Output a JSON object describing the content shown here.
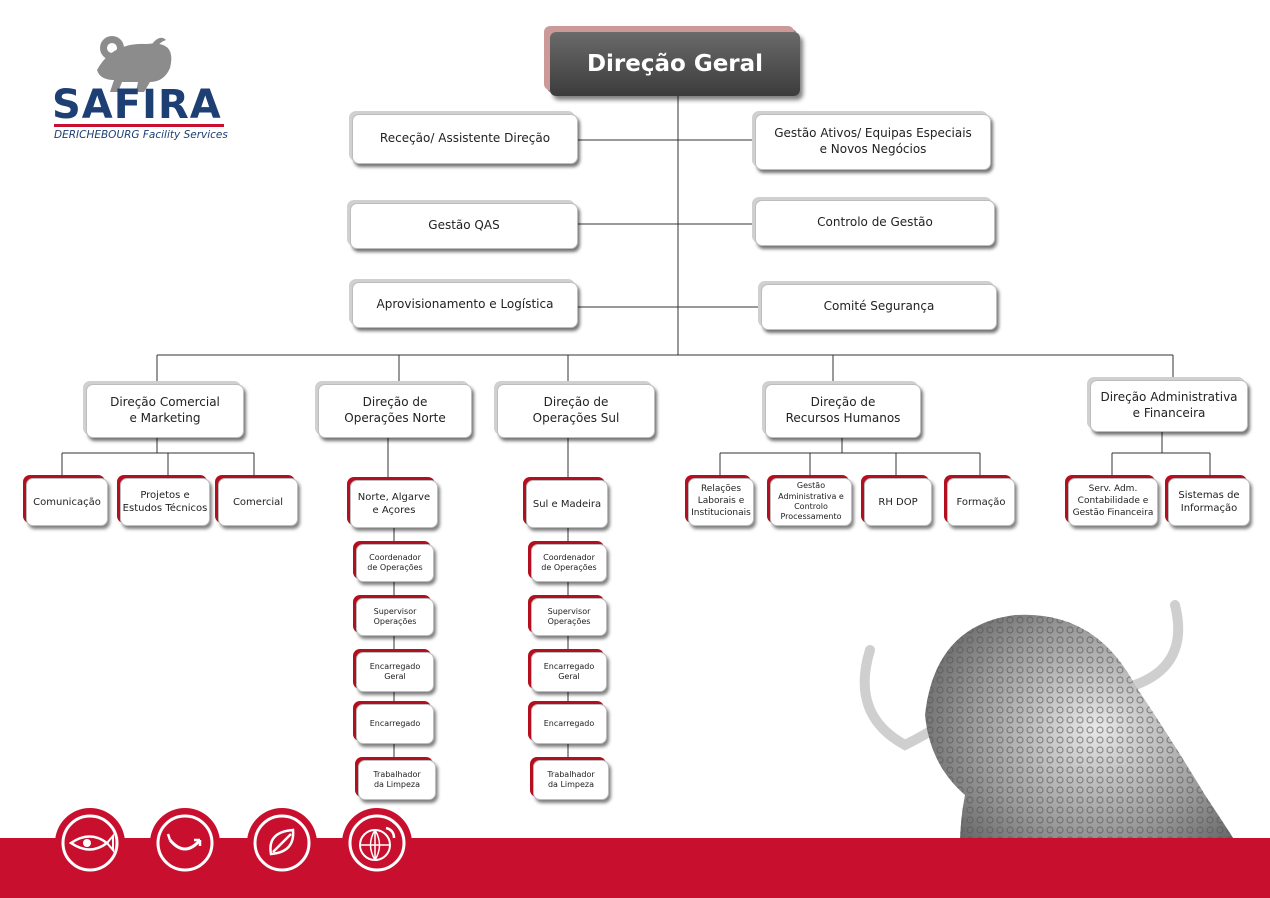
{
  "logo": {
    "name": "SAFIRA",
    "tagline": "DERICHEBOURG Facility Services",
    "mark": "bull-gear-logo"
  },
  "org": {
    "top": "Direção Geral",
    "staff_left": [
      "Receção/ Assistente Direção",
      "Gestão QAS",
      "Aprovisionamento e Logística"
    ],
    "staff_right": [
      "Gestão Ativos/ Equipas Especiais\ne Novos Negócios",
      "Controlo de Gestão",
      "Comité Segurança"
    ],
    "directions": [
      {
        "label": "Direção Comercial\ne Marketing",
        "children": [
          "Comunicação",
          "Projetos e\nEstudos Técnicos",
          "Comercial"
        ]
      },
      {
        "label": "Direção de\nOperações Norte",
        "region": "Norte, Algarve\ne Açores",
        "chain": [
          "Coordenador\nde Operações",
          "Supervisor\nOperações",
          "Encarregado\nGeral",
          "Encarregado",
          "Trabalhador\nda Limpeza"
        ]
      },
      {
        "label": "Direção de\nOperações Sul",
        "region": "Sul e Madeira",
        "chain": [
          "Coordenador\nde Operações",
          "Supervisor\nOperações",
          "Encarregado\nGeral",
          "Encarregado",
          "Trabalhador\nda Limpeza"
        ]
      },
      {
        "label": "Direção de\nRecursos Humanos",
        "children": [
          "Relações\nLaborais e\nInstitucionais",
          "Gestão\nAdministrativa e\nControlo\nProcessamento",
          "RH DOP",
          "Formação"
        ]
      },
      {
        "label": "Direção Administrativa\ne Financeira",
        "children": [
          "Serv. Adm.\nContabilidade e\nGestão Financeira",
          "Sistemas de\nInformação"
        ]
      }
    ]
  },
  "footer_icons": [
    "eye-fish-icon",
    "cycle-arrows-icon",
    "leaf-arrow-icon",
    "globe-arrow-icon"
  ],
  "colors": {
    "brand_red": "#c8102e",
    "brand_blue": "#1d3f73",
    "main_box": "#4a4a4a"
  }
}
